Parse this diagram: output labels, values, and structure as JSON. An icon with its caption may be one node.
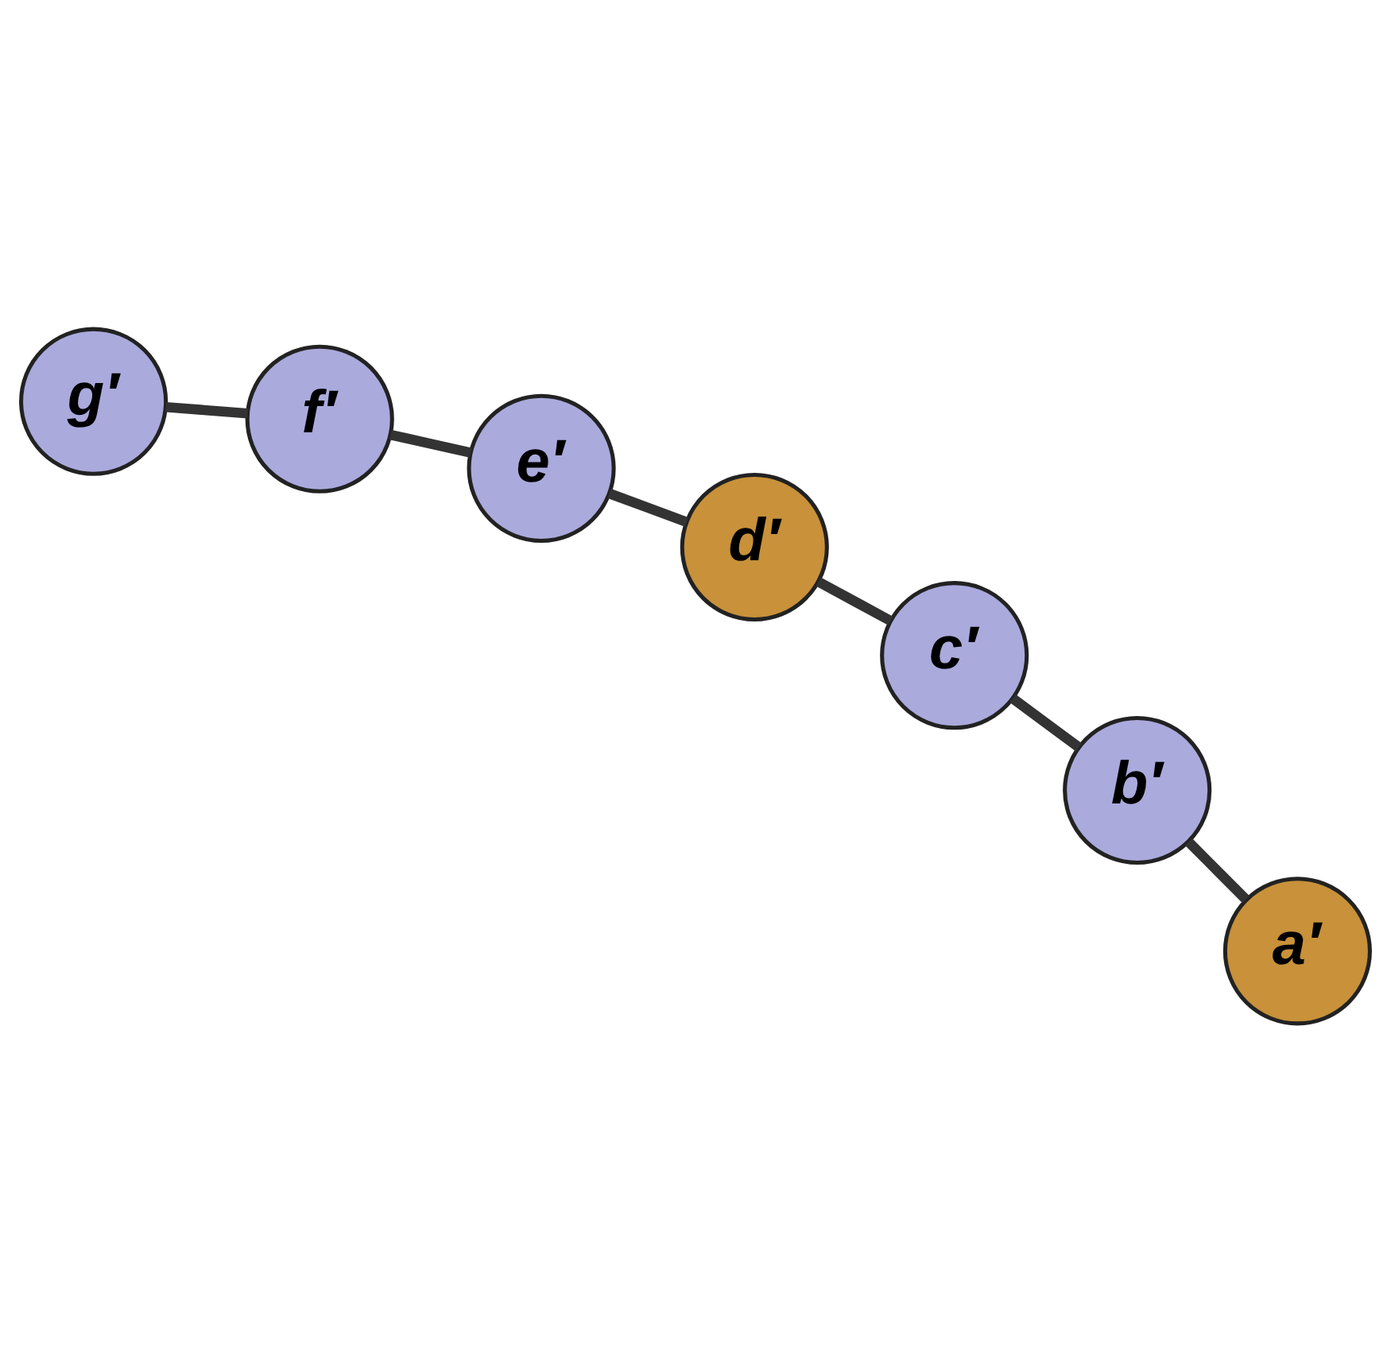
{
  "diagram": {
    "nodes": [
      {
        "text": [
          "a′"
        ]
      },
      {
        "text": [
          "b′"
        ]
      },
      {
        "text": [
          "c′"
        ]
      },
      {
        "text": [
          "d′"
        ]
      },
      {
        "text": [
          "e′"
        ]
      },
      {
        "text": [
          "f′"
        ]
      },
      {
        "text": [
          "g′"
        ]
      }
    ],
    "edges": [
      {
        "from": 0,
        "to": 1,
        "arrow": "none"
      },
      {
        "from": 1,
        "to": 2,
        "arrow": "none"
      },
      {
        "from": 2,
        "to": 3,
        "arrow": "none"
      },
      {
        "from": 3,
        "to": 4,
        "arrow": "none"
      },
      {
        "from": 4,
        "to": 5,
        "arrow": "none"
      },
      {
        "from": 5,
        "to": 6,
        "arrow": "none"
      }
    ]
  }
}
